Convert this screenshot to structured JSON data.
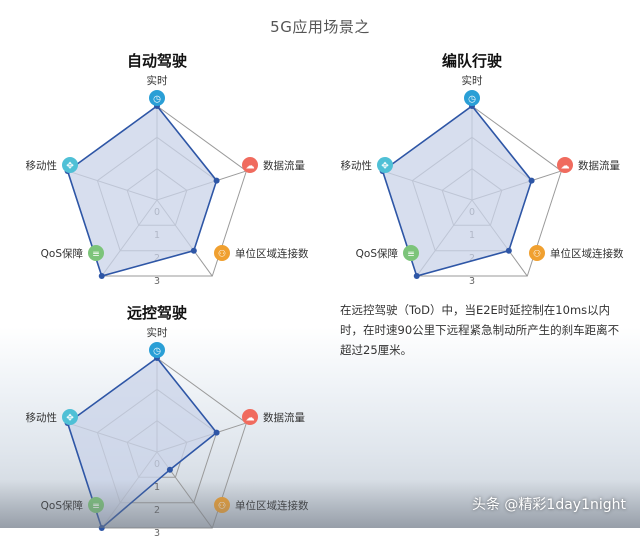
{
  "page_title": "5G应用场景之",
  "note_text": "在远控驾驶（ToD）中，当E2E时延控制在10ms以内时，在时速90公里下远程紧急制动所产生的刹车距离不超过25厘米。",
  "watermark": "头条 @精彩1day1night",
  "colors": {
    "series_stroke": "#2e56a6",
    "series_fill": "#c9d3e8",
    "grid": "#9a9a9a",
    "icon_realtime": "#2a9fd6",
    "icon_traffic": "#f06b5e",
    "icon_connections": "#f0a030",
    "icon_qos": "#7cc47a",
    "icon_mobility": "#4fc0d6"
  },
  "chart_data": [
    {
      "type": "radar",
      "title": "自动驾驶",
      "axes": [
        "实时",
        "数据流量",
        "单位区域连接数",
        "QoS保障",
        "移动性"
      ],
      "tick_labels": [
        "0",
        "1",
        "2",
        "3"
      ],
      "range": [
        0,
        3
      ],
      "values": [
        3,
        2,
        2,
        3,
        3
      ]
    },
    {
      "type": "radar",
      "title": "编队行驶",
      "axes": [
        "实时",
        "数据流量",
        "单位区域连接数",
        "QoS保障",
        "移动性"
      ],
      "tick_labels": [
        "0",
        "1",
        "2",
        "3"
      ],
      "range": [
        0,
        3
      ],
      "values": [
        3,
        2,
        2,
        3,
        3
      ]
    },
    {
      "type": "radar",
      "title": "远控驾驶",
      "axes": [
        "实时",
        "数据流量",
        "单位区域连接数",
        "QoS保障",
        "移动性"
      ],
      "tick_labels": [
        "0",
        "1",
        "2",
        "3"
      ],
      "range": [
        0,
        3
      ],
      "values": [
        3,
        2,
        0.7,
        3,
        3
      ]
    }
  ]
}
